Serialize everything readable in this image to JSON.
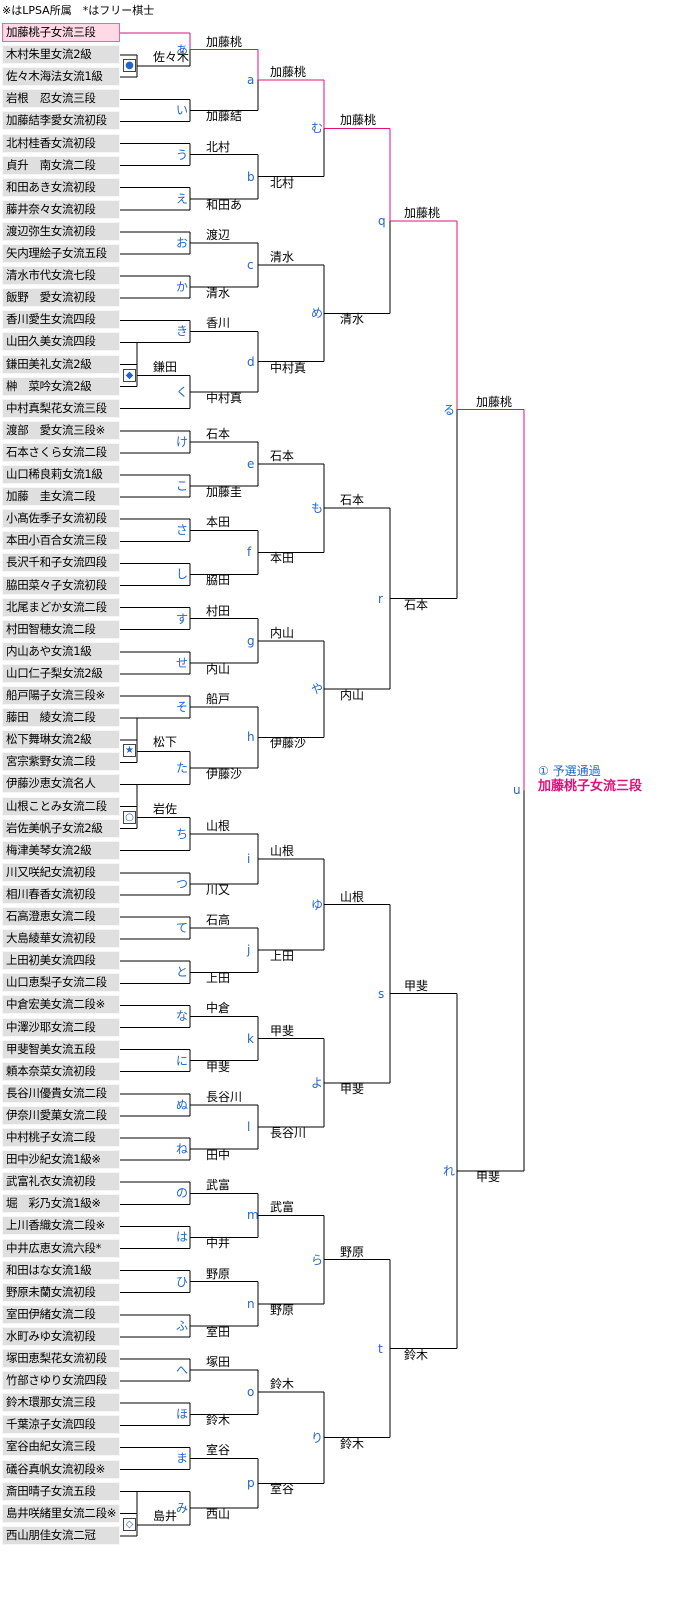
{
  "note": "※はLPSA所属　*はフリー棋士",
  "players": [
    "加藤桃子女流三段",
    "木村朱里女流2級",
    "佐々木海法女流1級",
    "岩根　忍女流三段",
    "加藤結李愛女流初段",
    "北村桂香女流初段",
    "貞升　南女流二段",
    "和田あき女流初段",
    "藤井奈々女流初段",
    "渡辺弥生女流初段",
    "矢内理絵子女流五段",
    "清水市代女流七段",
    "飯野　愛女流初段",
    "香川愛生女流四段",
    "山田久美女流四段",
    "鎌田美礼女流2級",
    "榊　菜吟女流2級",
    "中村真梨花女流三段",
    "渡部　愛女流三段※",
    "石本さくら女流二段",
    "山口稀良莉女流1級",
    "加藤　圭女流二段",
    "小髙佐季子女流初段",
    "本田小百合女流三段",
    "長沢千和子女流四段",
    "脇田菜々子女流初段",
    "北尾まどか女流二段",
    "村田智穂女流二段",
    "内山あや女流1級",
    "山口仁子梨女流2級",
    "船戸陽子女流三段※",
    "藤田　綾女流二段",
    "松下舞琳女流2級",
    "宮宗紫野女流二段",
    "伊藤沙恵女流名人",
    "山根ことみ女流二段",
    "岩佐美帆子女流2級",
    "梅津美琴女流2級",
    "川又咲紀女流初段",
    "相川春香女流初段",
    "石高澄恵女流二段",
    "大島綾華女流初段",
    "上田初美女流四段",
    "山口恵梨子女流二段",
    "中倉宏美女流二段※",
    "中澤沙耶女流二段",
    "甲斐智美女流五段",
    "頼本奈菜女流初段",
    "長谷川優貴女流二段",
    "伊奈川愛菓女流二段",
    "中村桃子女流二段",
    "田中沙紀女流1級※",
    "武富礼衣女流初段",
    "堀　彩乃女流1級※",
    "上川香織女流二段※",
    "中井広恵女流六段*",
    "和田はな女流1級",
    "野原未蘭女流初段",
    "室田伊緒女流二段",
    "水町みゆ女流初段",
    "塚田恵梨花女流初段",
    "竹部さゆり女流四段",
    "鈴木環那女流三段",
    "千葉涼子女流四段",
    "室谷由紀女流三段",
    "礒谷真帆女流初段※",
    "斎田晴子女流五段",
    "島井咲緒里女流二段※",
    "西山朋佳女流二冠"
  ],
  "prelim": {
    "winners": [
      "佐々木",
      "鎌田",
      "松下",
      "岩佐",
      "島井"
    ],
    "symbols": [
      "●",
      "◆",
      "★",
      "○",
      "◇"
    ]
  },
  "round1": {
    "labels": [
      "あ",
      "い",
      "う",
      "え",
      "お",
      "か",
      "き",
      "く",
      "け",
      "こ",
      "さ",
      "し",
      "す",
      "せ",
      "そ",
      "た",
      "ち",
      "つ",
      "て",
      "と",
      "な",
      "に",
      "ぬ",
      "ね",
      "の",
      "は",
      "ひ",
      "ふ",
      "へ",
      "ほ",
      "ま",
      "み"
    ]
  },
  "round2": {
    "names": [
      "加藤桃",
      "加藤結",
      "北村",
      "和田あ",
      "渡辺",
      "清水",
      "香川",
      "中村真",
      "石本",
      "加藤圭",
      "本田",
      "脇田",
      "村田",
      "内山",
      "船戸",
      "伊藤沙",
      "山根",
      "川又",
      "石高",
      "上田",
      "中倉",
      "甲斐",
      "長谷川",
      "田中",
      "武富",
      "中井",
      "野原",
      "室田",
      "塚田",
      "鈴木",
      "室谷",
      "西山"
    ],
    "labels": [
      "a",
      "b",
      "c",
      "d",
      "e",
      "f",
      "g",
      "h",
      "i",
      "j",
      "k",
      "l",
      "m",
      "n",
      "o",
      "p"
    ]
  },
  "round3": {
    "names": [
      "加藤桃",
      "北村",
      "清水",
      "中村真",
      "石本",
      "本田",
      "内山",
      "伊藤沙",
      "山根",
      "上田",
      "甲斐",
      "長谷川",
      "武富",
      "野原",
      "鈴木",
      "室谷"
    ],
    "labels": [
      "む",
      "め",
      "も",
      "や",
      "ゆ",
      "よ",
      "ら",
      "り"
    ]
  },
  "round4": {
    "names": [
      "加藤桃",
      "清水",
      "石本",
      "内山",
      "山根",
      "甲斐",
      "野原",
      "鈴木"
    ],
    "labels": [
      "q",
      "r",
      "s",
      "t"
    ]
  },
  "round5": {
    "names": [
      "加藤桃",
      "石本",
      "甲斐",
      "鈴木"
    ],
    "labels": [
      "る",
      "れ"
    ]
  },
  "round6": {
    "names": [
      "加藤桃",
      "甲斐"
    ],
    "labels": [
      "u"
    ]
  },
  "result": {
    "line1": "① 予選通過",
    "line2": "加藤桃子女流三段"
  },
  "colors": {
    "accent": "#e0107a",
    "label": "#2266cc",
    "line": "#000000"
  }
}
